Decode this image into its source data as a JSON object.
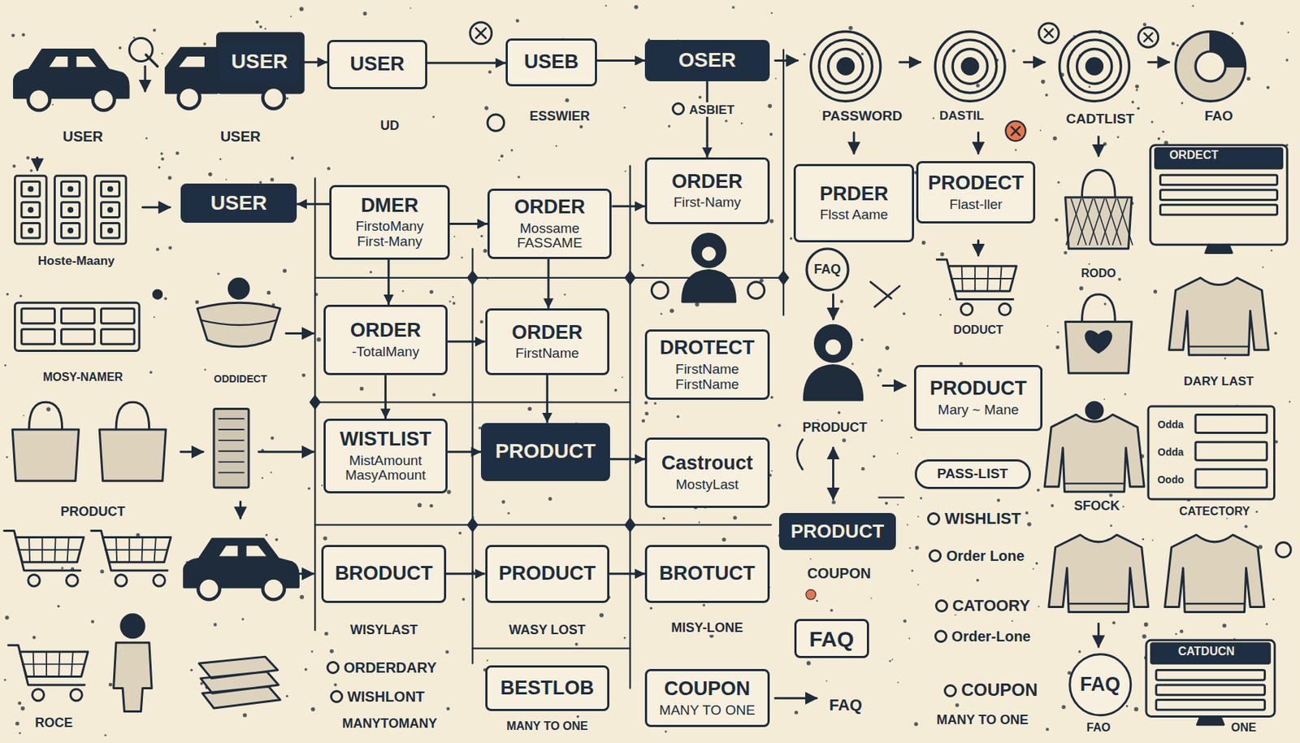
{
  "diagram": {
    "nodes": [
      {
        "text": [
          "USER"
        ]
      },
      {
        "text": [
          "USER"
        ]
      },
      {
        "text": [
          "USEB"
        ]
      },
      {
        "text": [
          "OSER"
        ]
      },
      {
        "text": [
          "USER"
        ]
      },
      {
        "text": [
          "DMER",
          "FirstoMany First-Many"
        ]
      },
      {
        "text": [
          "ORDER",
          "Mossame FASSAME"
        ]
      },
      {
        "text": [
          "ORDER",
          "First-Namy"
        ]
      },
      {
        "text": [
          "PRDER",
          "Flsst Aame"
        ]
      },
      {
        "text": [
          "PRODECT",
          "Flast-ller"
        ]
      },
      {
        "text": [
          "ORDER",
          "-TotalMany"
        ]
      },
      {
        "text": [
          "ORDER",
          "FirstName"
        ]
      },
      {
        "text": [
          "DROTECT",
          "FirstName FirstName"
        ]
      },
      {
        "text": [
          "PRODUCT",
          "Mary ~ Mane"
        ]
      },
      {
        "text": [
          "WISTLIST",
          "MistAmount MasyAmount"
        ]
      },
      {
        "text": [
          "PRODUCT"
        ]
      },
      {
        "text": [
          "Castrouct",
          "MostyLast"
        ]
      },
      {
        "text": [
          "PASS-LIST"
        ]
      },
      {
        "text": [
          "PRODUCT"
        ]
      },
      {
        "text": [
          "BRODUCT"
        ]
      },
      {
        "text": [
          "PRODUCT"
        ]
      },
      {
        "text": [
          "BROTUCT"
        ]
      },
      {
        "text": [
          "FAQ"
        ]
      },
      {
        "text": [
          "FAQ"
        ]
      },
      {
        "text": [
          "BESTLOB"
        ]
      },
      {
        "text": [
          "COUPON",
          "MANY TO ONE"
        ]
      }
    ],
    "edges": [
      {
        "from": 0,
        "to": 1,
        "arrow": "to"
      },
      {
        "from": 1,
        "to": 2,
        "arrow": "to"
      },
      {
        "from": 2,
        "to": 3,
        "arrow": "to"
      },
      {
        "from": 3,
        "to": 7,
        "arrow": "to"
      },
      {
        "from": 5,
        "to": 4,
        "arrow": "to"
      },
      {
        "from": 5,
        "to": 6,
        "arrow": "to"
      },
      {
        "from": 6,
        "to": 7,
        "arrow": "to"
      },
      {
        "from": 5,
        "to": 10,
        "arrow": "to"
      },
      {
        "from": 6,
        "to": 11,
        "arrow": "to"
      },
      {
        "from": 10,
        "to": 11,
        "arrow": "to"
      },
      {
        "from": 10,
        "to": 14,
        "arrow": "to"
      },
      {
        "from": 11,
        "to": 15,
        "arrow": "to"
      },
      {
        "from": 14,
        "to": 15,
        "arrow": "to"
      },
      {
        "from": 15,
        "to": 16,
        "arrow": "to"
      },
      {
        "from": 19,
        "to": 20,
        "arrow": "to"
      },
      {
        "from": 20,
        "to": 21,
        "arrow": "to"
      }
    ],
    "labels": [
      "USER",
      "USER",
      "UD",
      "ESSWIER",
      "ASBIET",
      "PASSWORD",
      "DASTIL",
      "CADTLIST",
      "FAO",
      "ORDECT",
      "Hoste-Maany",
      "FAQ",
      "RODO",
      "DODUCT",
      "MOSY-NAMER",
      "ODDIDECT",
      "DARY LAST",
      "PRODUCT",
      "Odda",
      "Odda",
      "Oodo",
      "PRODUCT",
      "SFOCK",
      "CATECTORY",
      "WISHLIST",
      "Order Lone",
      "COUPON",
      "CATOORY",
      "WISYLAST",
      "WASY LOST",
      "MISY-LONE",
      "Order-Lone",
      "CATDUCN",
      "ORDERDARY",
      "WISHLONT",
      "COUPON",
      "FAQ",
      "MANY TO ONE",
      "MANYTOMANY",
      "ROCE",
      "MANY TO ONE",
      "FAO",
      "ONE"
    ]
  }
}
